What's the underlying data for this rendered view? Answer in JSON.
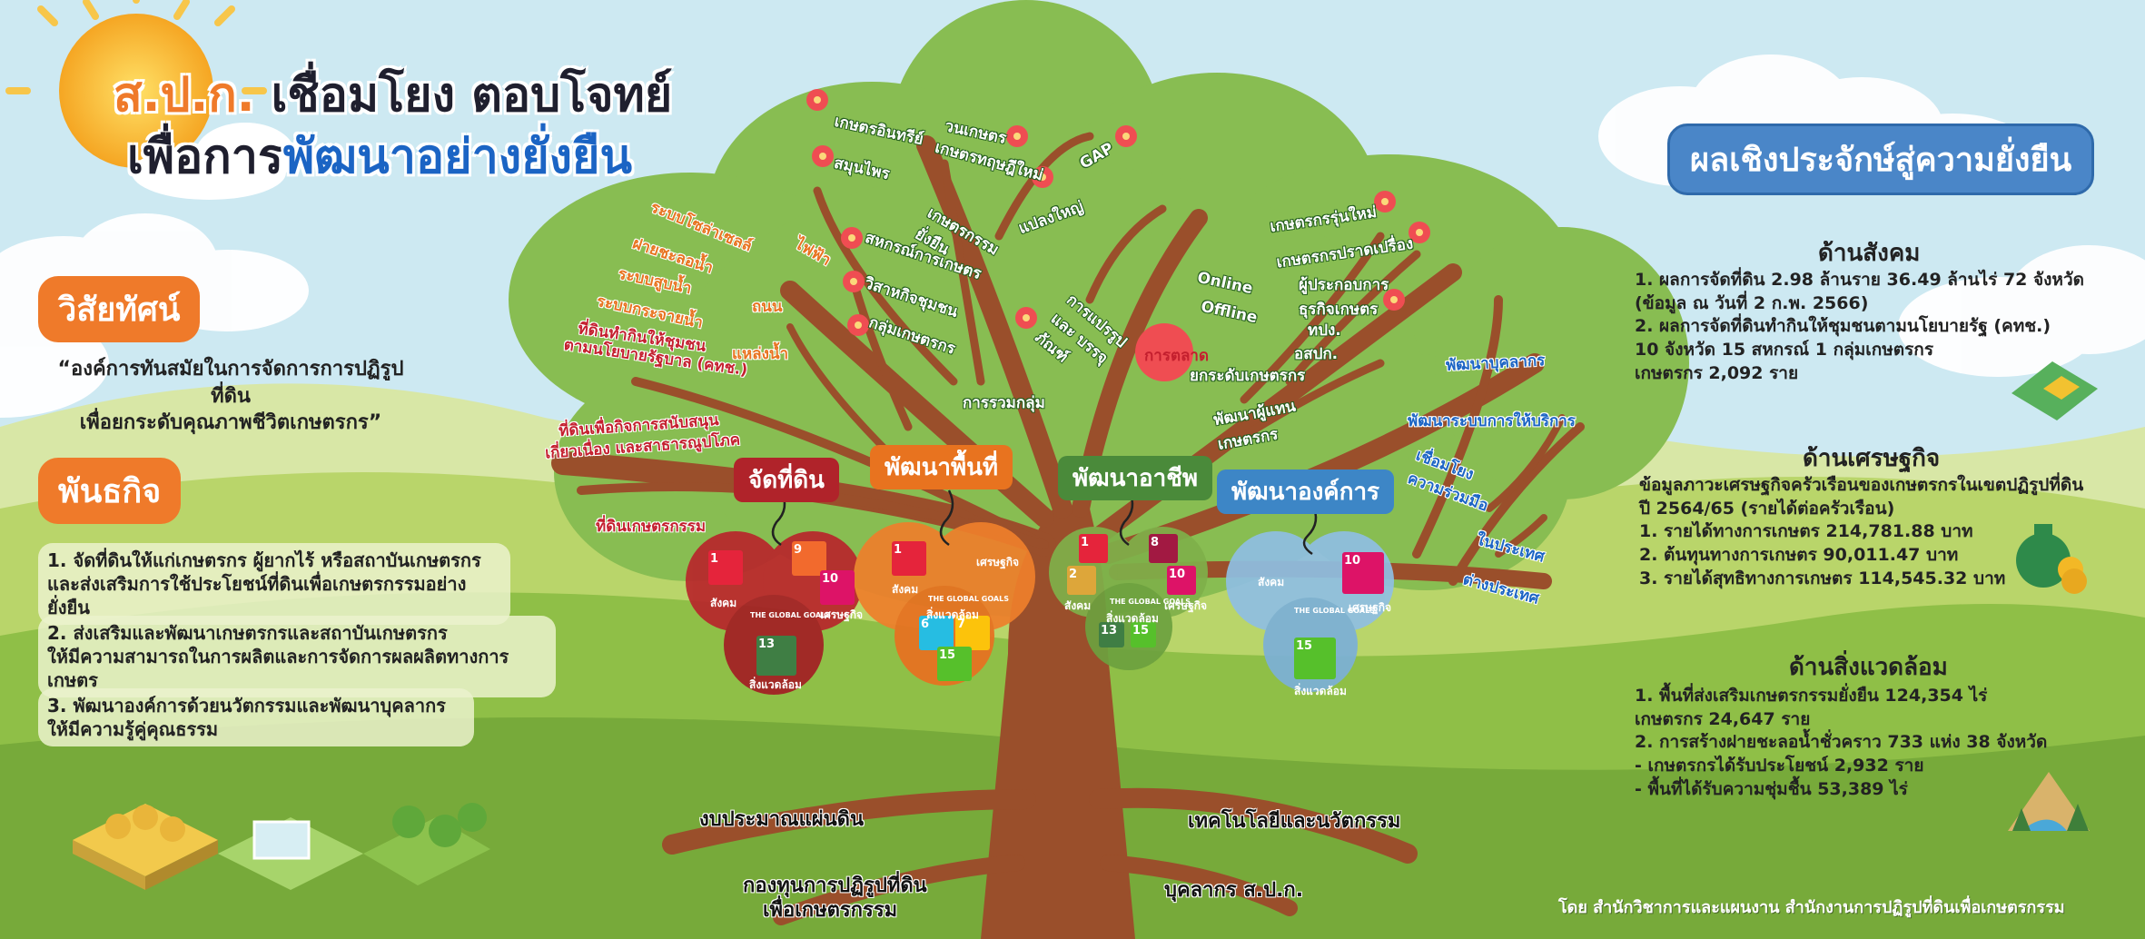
{
  "title": {
    "org": "ส.ป.ก.",
    "line1_rest": " เชื่อมโยง ตอบโจทย์",
    "line2_prefix": "เพื่อการ",
    "line2_highlight": "พัฒนาอย่างยั่งยืน"
  },
  "vision": {
    "heading": "วิสัยทัศน์",
    "text_line1": "“องค์การทันสมัยในการจัดการการปฏิรูปที่ดิน",
    "text_line2": "เพื่อยกระดับคุณภาพชีวิตเกษตรกร”"
  },
  "mission": {
    "heading": "พันธกิจ",
    "items": [
      {
        "l1": "1. จัดที่ดินให้แก่เกษตรกร ผู้ยากไร้ หรือสถาบันเกษตรกร",
        "l2": "และส่งเสริมการใช้ประโยชน์ที่ดินเพื่อเกษตรกรรมอย่างยั่งยืน"
      },
      {
        "l1": "2. ส่งเสริมและพัฒนาเกษตรกรและสถาบันเกษตรกร",
        "l2": "ให้มีความสามารถในการผลิตและการจัดการผลผลิตทางการเกษตร"
      },
      {
        "l1": "3. พัฒนาองค์การด้วยนวัตกรรมและพัฒนาบุคลากร",
        "l2": "ให้มีความรู้คู่คุณธรรม"
      }
    ]
  },
  "results": {
    "heading": "ผลเชิงประจักษ์สู่ความยั่งยืน",
    "social": {
      "heading": "ด้านสังคม",
      "lines": [
        "1. ผลการจัดที่ดิน 2.98 ล้านราย  36.49 ล้านไร่  72 จังหวัด",
        "    (ข้อมูล ณ วันที่ 2 ก.พ. 2566)",
        "2. ผลการจัดที่ดินทำกินให้ชุมชนตามนโยบายรัฐ (คทช.)",
        "    10 จังหวัด  15 สหกรณ์  1 กลุ่มเกษตรกร",
        "    เกษตรกร 2,092 ราย"
      ]
    },
    "economic": {
      "heading": "ด้านเศรษฐกิจ",
      "lines": [
        "ข้อมูลภาวะเศรษฐกิจครัวเรือนของเกษตรกรในเขตปฏิรูปที่ดิน",
        "ปี 2564/65 (รายได้ต่อครัวเรือน)",
        "1. รายได้ทางการเกษตร 214,781.88 บาท",
        "2. ต้นทุนทางการเกษตร 90,011.47 บาท",
        "3. รายได้สุทธิทางการเกษตร 114,545.32 บาท"
      ]
    },
    "environment": {
      "heading": "ด้านสิ่งแวดล้อม",
      "lines": [
        "1. พื้นที่ส่งเสริมเกษตรกรรมยั่งยืน 124,354 ไร่",
        "    เกษตรกร 24,647 ราย",
        "2. การสร้างฝายชะลอน้ำชั่วคราว 733 แห่ง   38 จังหวัด",
        "    - เกษตรกรได้รับประโยชน์  2,932 ราย",
        "    - พื้นที่ได้รับความชุ่มชื้น 53,389 ไร่"
      ]
    }
  },
  "categories": [
    {
      "label": "จัดที่ดิน",
      "color": "#b0232a"
    },
    {
      "label": "พัฒนาพื้นที่",
      "color": "#e8731f"
    },
    {
      "label": "พัฒนาอาชีพ",
      "color": "#4a8a3a"
    },
    {
      "label": "พัฒนาองค์การ",
      "color": "#3d86c6"
    }
  ],
  "circle_labels": {
    "social": "สังคม",
    "economy": "เศรษฐกิจ",
    "environment": "สิ่งแวดล้อม",
    "global_goals": "THE GLOBAL GOALS"
  },
  "branches": {
    "land": [
      "ที่ดินเกษตรกรรม",
      "ที่ดินเพื่อกิจการสนับสนุน",
      "เกี่ยวเนื่อง และสาธารณูปโภค",
      "ที่ดินทำกินให้ชุมชน",
      "ตามนโยบายรัฐบาล (คทช.)"
    ],
    "area": [
      "แหล่งน้ำ",
      "ถนน",
      "ไฟฟ้า",
      "ระบบกระจายน้ำ",
      "ระบบสูบน้ำ",
      "ฝายชะลอน้ำ",
      "ระบบโซล่าเซลล์"
    ],
    "career": [
      "สหกรณ์การเกษตร",
      "วิสาหกิจชุมชน",
      "กลุ่มเกษตรกร",
      "การรวมกลุ่ม",
      "เกษตรกรรม ยั่งยืน",
      "เกษตรอินทรีย์",
      "สมุนไพร",
      "วนเกษตร",
      "เกษตรทฤษฎีใหม่",
      "แปลงใหญ่",
      "GAP",
      "การแปรรูปและ บรรจุภัณฑ์",
      "การตลาด"
    ],
    "career_right": [
      "เกษตรกรรุ่นใหม่",
      "เกษตรกรปราดเปรื่อง",
      "ผู้ประกอบการ ธุรกิจเกษตร",
      "ทปง.",
      "อสปก.",
      "Online",
      "Offline",
      "ยกระดับเกษตรกร",
      "พัฒนาผู้แทน เกษตรกร"
    ],
    "org": [
      "พัฒนาบุคลากร",
      "พัฒนาระบบการให้บริการ",
      "เชื่อมโยง ความร่วมมือ",
      "ในประเทศ",
      "ต่างประเทศ"
    ]
  },
  "roots": [
    "งบประมาณแผ่นดิน",
    "กองทุนการปฏิรูปที่ดิน",
    "เพื่อเกษตรกรรม",
    "เทคโนโลยีและนวัตกรรม",
    "บุคลากร ส.ป.ก."
  ],
  "footer": "โดย สำนักวิชาการและแผนงาน สำนักงานการปฏิรูปที่ดินเพื่อเกษตรกรรม",
  "colors": {
    "accent_orange": "#ef7a2a",
    "accent_blue": "#1b64c4",
    "results_pill": "#4a86c8",
    "trunk": "#9a4f2b",
    "canopy": "#86bd4f"
  }
}
